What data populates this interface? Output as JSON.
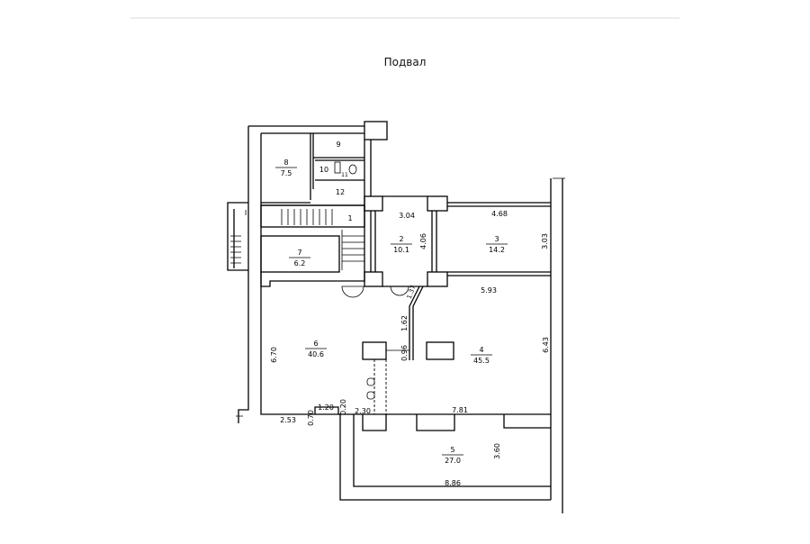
{
  "title": "Подвал",
  "rooms": [
    {
      "number": "1",
      "area": ""
    },
    {
      "number": "2",
      "area": "10.1"
    },
    {
      "number": "3",
      "area": "14.2"
    },
    {
      "number": "4",
      "area": "45.5"
    },
    {
      "number": "5",
      "area": "27.0"
    },
    {
      "number": "6",
      "area": "40.6"
    },
    {
      "number": "7",
      "area": "6.2"
    },
    {
      "number": "8",
      "area": "7.5"
    },
    {
      "number": "9",
      "area": ""
    },
    {
      "number": "10",
      "area": ""
    },
    {
      "number": "11",
      "area": ""
    },
    {
      "number": "12",
      "area": ""
    },
    {
      "number": "I",
      "area": ""
    }
  ],
  "dimensions": [
    "3.04",
    "4.06",
    "4.68",
    "3.03",
    "5.93",
    "1.37",
    "1.62",
    "0.96",
    "6.70",
    "6.43",
    "1.20",
    "0.20",
    "2.30",
    "7.81",
    "2.53",
    "0.70",
    "3.60",
    "8.86"
  ]
}
